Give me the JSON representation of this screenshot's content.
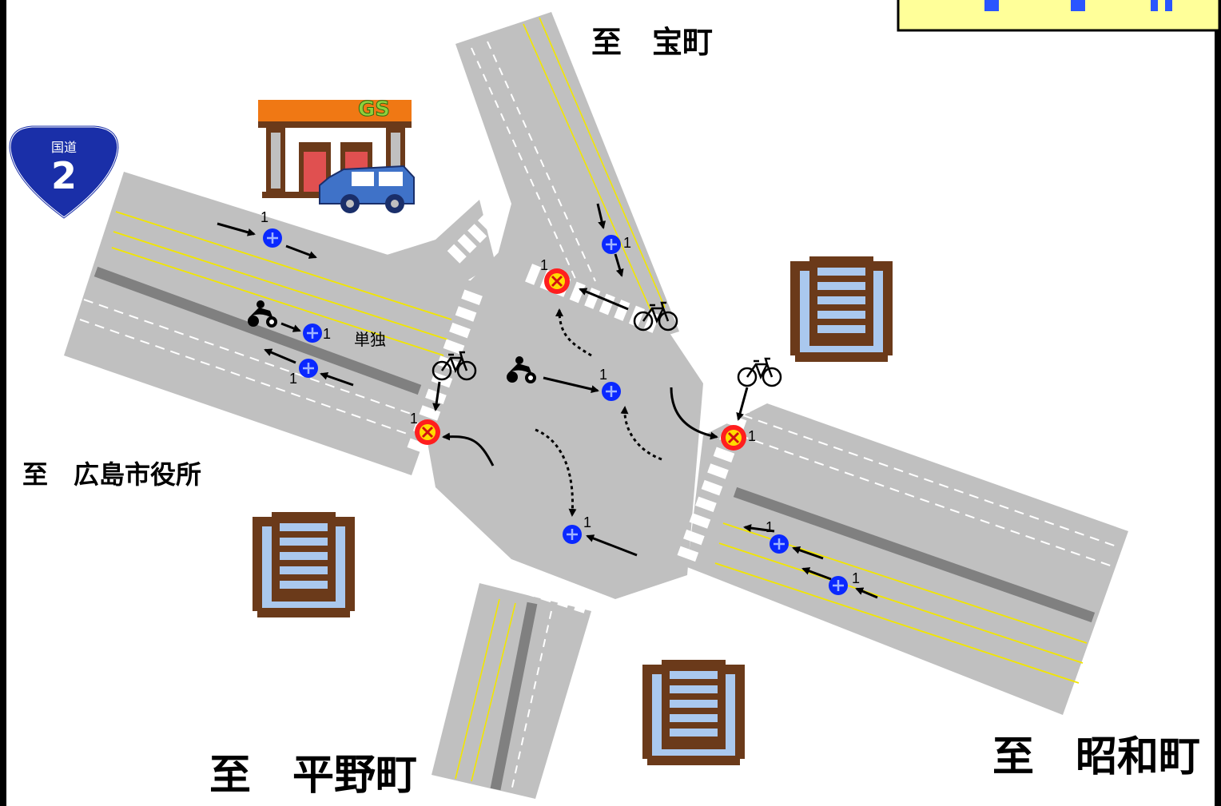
{
  "destinations": {
    "north": "至　宝町",
    "west": "至　広島市役所",
    "south": "至　平野町",
    "east": "至　昭和町"
  },
  "route_sign": {
    "label": "国道",
    "number": "2"
  },
  "gas_station": {
    "label": "GS"
  },
  "annotation": {
    "solo": "単独"
  },
  "marker_counts": {
    "w_blue_a": "1",
    "w_blue_b": "1",
    "w_blue_c": "1",
    "n_blue": "1",
    "n_red": "1",
    "center_blue_a": "1",
    "center_blue_b": "1",
    "e_red": "1",
    "w_red": "1",
    "e_blue_a": "1",
    "e_blue_b": "1"
  },
  "legend_key": [
    "blue-marker",
    "red-marker"
  ],
  "colors": {
    "road": "#c0c0c0",
    "median": "#808080",
    "lane_line": "#f2e600",
    "blue_marker": "#0a28ff",
    "red_marker": "#ff1e1e",
    "red_marker_ring": "#ffdc00",
    "building": "#6b3a1a",
    "legend_bg": "#ffff99"
  },
  "icons": [
    "route-2-sign-icon",
    "gas-station-icon",
    "car-icon",
    "building-icon",
    "bicycle-icon",
    "motorcycle-icon",
    "blue-marker-icon",
    "red-marker-icon",
    "arrow-icon"
  ]
}
